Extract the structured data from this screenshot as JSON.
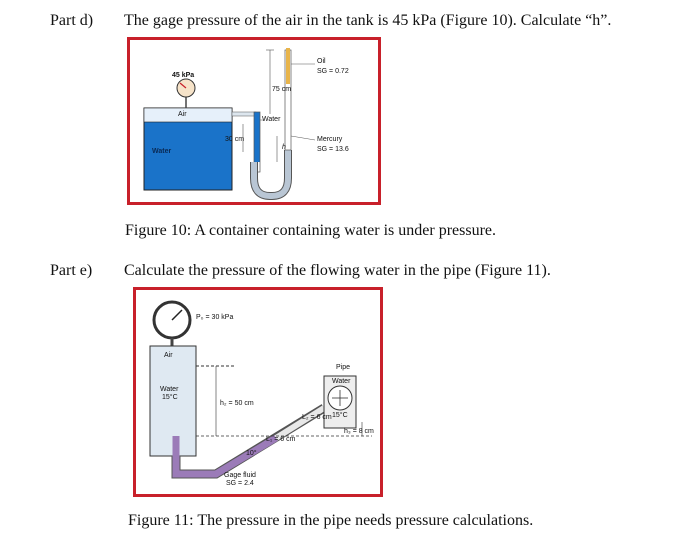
{
  "part_d": {
    "label": "Part d)",
    "question": "The gage pressure of the air in the tank is 45 kPa (Figure 10). Calculate “h”."
  },
  "figure10": {
    "pressure_label": "45 kPa",
    "air_label": "Air",
    "water_tank_label": "Water",
    "water_column_label": "Water",
    "height_75": "75 cm",
    "height_30": "30 cm",
    "h_label": "h",
    "oil_label": "Oil",
    "oil_sg": "SG = 0.72",
    "mercury_label": "Mercury",
    "mercury_sg": "SG = 13.6",
    "caption": "Figure 10: A container containing water is under pressure.",
    "colors": {
      "water": "#1a73c9",
      "mercury": "#b9c6d4",
      "oil": "#e8b44a",
      "frame": "#c8202a"
    }
  },
  "part_e": {
    "label": "Part e)",
    "question": "Calculate the pressure of the flowing water in the pipe (Figure 11)."
  },
  "figure11": {
    "p0_label": "P₀ = 30 kPa",
    "air_label": "Air",
    "water_label": "Water",
    "temp_label": "15°C",
    "h2_label": "h₂ = 50 cm",
    "l1_label": "L₁ = 6 cm",
    "l2_label": "L₂ = 6 cm",
    "angle_label": "10°",
    "pipe_label": "Pipe",
    "pipe_water_label": "Water",
    "pipe_temp_label": "15°C",
    "h3_label": "h₃ = 8 cm",
    "fluid_label": "Gage fluid",
    "fluid_sg": "SG = 2.4",
    "caption": "Figure 11: The pressure in the pipe needs pressure calculations.",
    "colors": {
      "fluid": "#9b7bb8",
      "tank": "#dfe9f2",
      "pipe": "#e8e8e8",
      "frame": "#c8202a"
    }
  }
}
